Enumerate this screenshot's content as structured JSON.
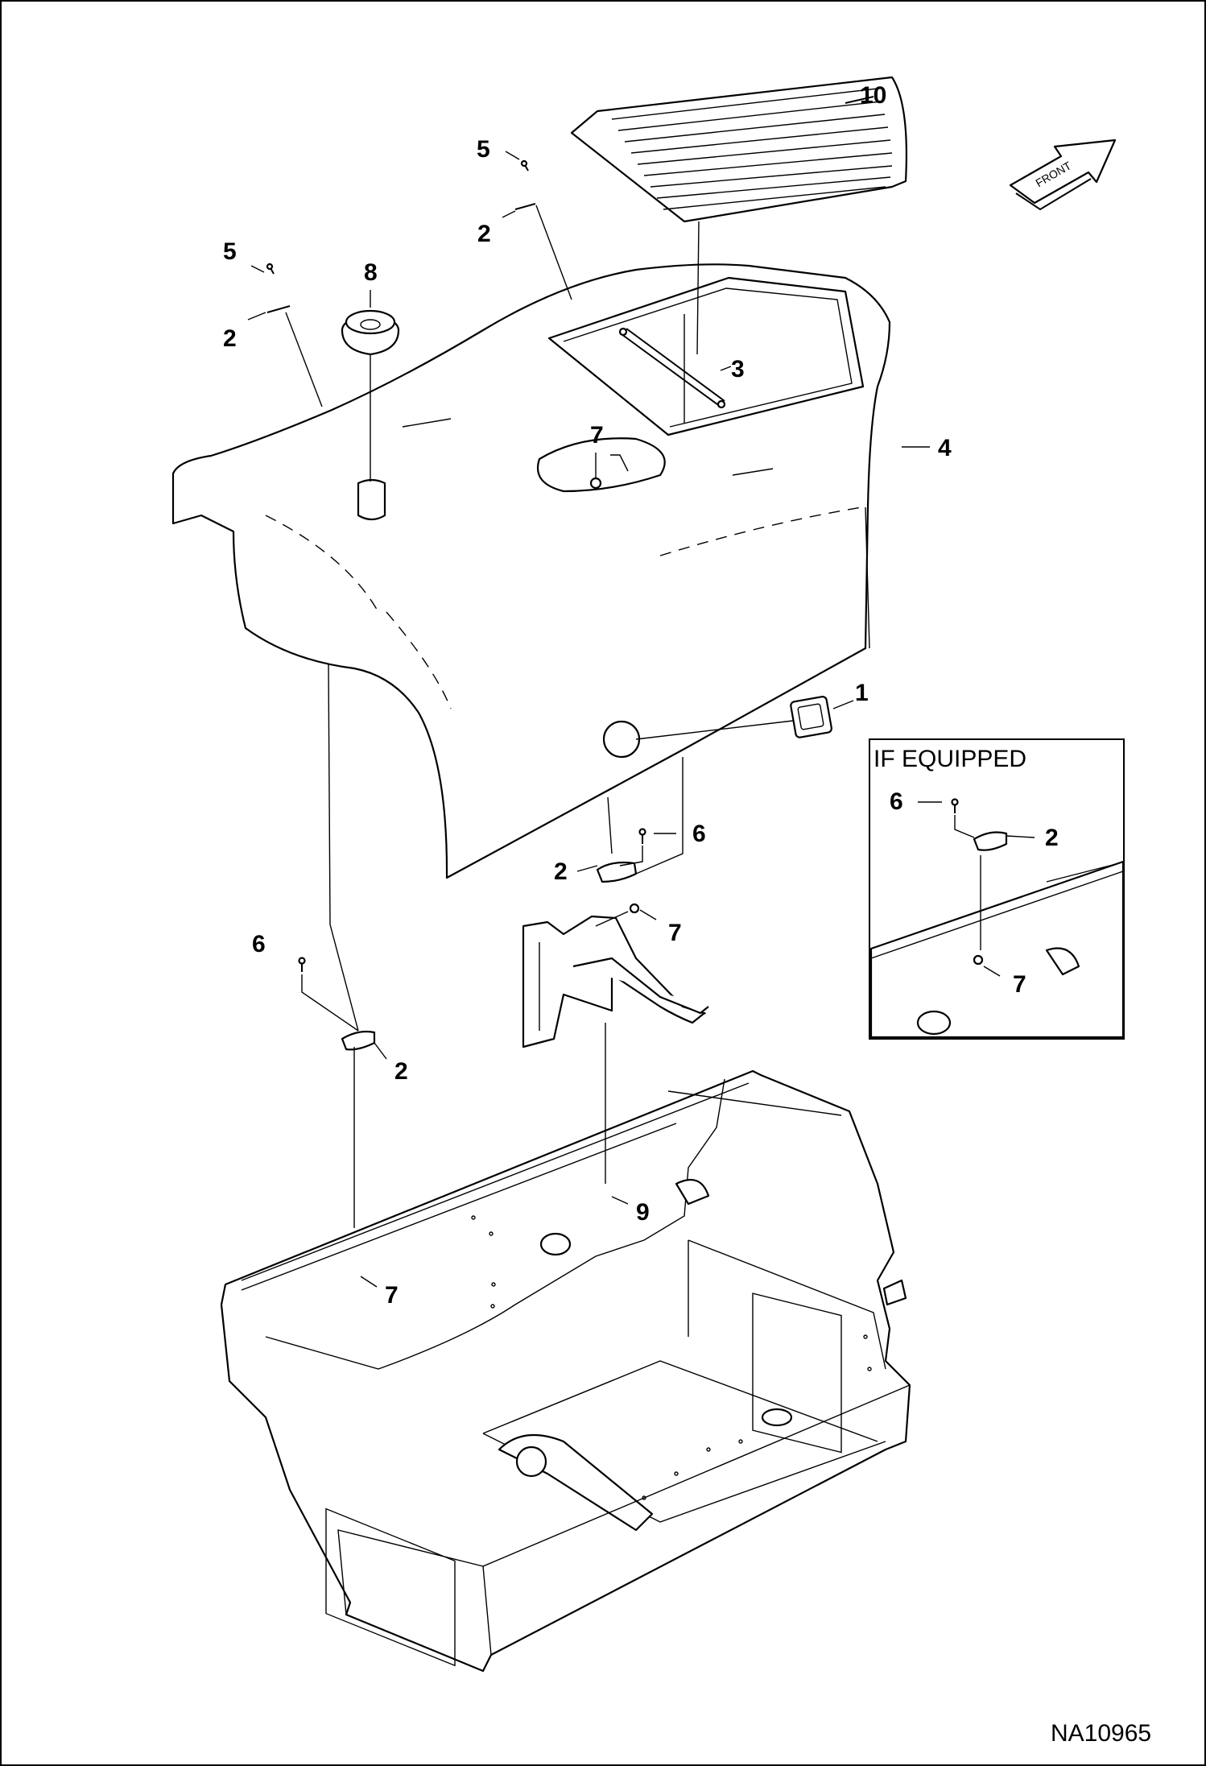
{
  "diagram": {
    "reference_code": "NA10965",
    "inset_title": "IF EQUIPPED",
    "direction_label": "FRONT",
    "callouts": {
      "c10": "10",
      "c5a": "5",
      "c2a": "2",
      "c5b": "5",
      "c8": "8",
      "c2b": "2",
      "c3": "3",
      "c7a": "7",
      "c4": "4",
      "c1": "1",
      "c6a": "6",
      "c2c": "2",
      "c7b": "7",
      "c6b": "6",
      "c2d": "2",
      "c9": "9",
      "c7c": "7",
      "c6c": "6",
      "c2e": "2",
      "c7d": "7"
    }
  }
}
